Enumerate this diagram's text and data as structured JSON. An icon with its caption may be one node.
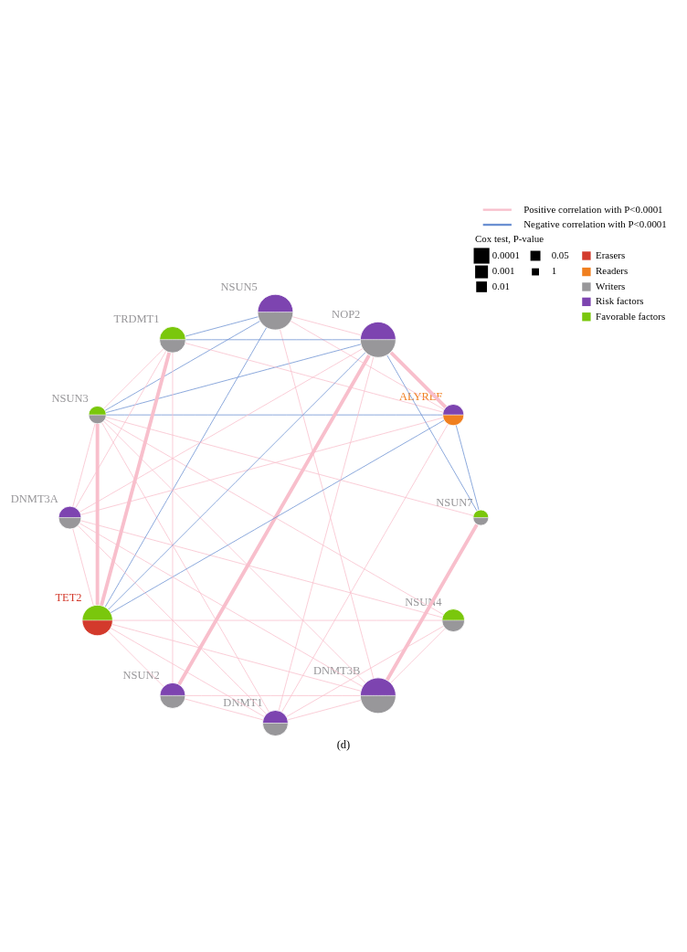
{
  "diagram": {
    "caption": "(d)",
    "nodes": [
      {
        "text": [
          "NSUN3"
        ]
      },
      {
        "text": [
          "NSUN4"
        ]
      },
      {
        "text": [
          "NSUN2"
        ]
      },
      {
        "text": [
          "NSUN5"
        ]
      },
      {
        "text": [
          "ALYREF"
        ]
      },
      {
        "text": [
          "NSUN7"
        ]
      },
      {
        "text": [
          "TET2"
        ]
      },
      {
        "text": [
          "NOP2"
        ]
      },
      {
        "text": [
          "DNMT3B"
        ]
      },
      {
        "text": [
          "DNMT3A"
        ]
      },
      {
        "text": [
          "DNMT1"
        ]
      },
      {
        "text": [
          "TRDMT1"
        ]
      }
    ],
    "edges": [
      {
        "from": 0,
        "to": 1,
        "arrow": "none"
      },
      {
        "from": 0,
        "to": 3,
        "arrow": "none",
        "color": "#6b90d2"
      },
      {
        "from": 0,
        "to": 4,
        "arrow": "none",
        "color": "#6b90d2"
      },
      {
        "from": 0,
        "to": 5,
        "arrow": "none"
      },
      {
        "from": 0,
        "to": 6,
        "arrow": "none",
        "style": "thick"
      },
      {
        "from": 0,
        "to": 7,
        "arrow": "none",
        "color": "#6b90d2"
      },
      {
        "from": 0,
        "to": 8,
        "arrow": "none"
      },
      {
        "from": 0,
        "to": 9,
        "arrow": "none"
      },
      {
        "from": 0,
        "to": 10,
        "arrow": "none"
      },
      {
        "from": 0,
        "to": 11,
        "arrow": "none"
      },
      {
        "from": 1,
        "to": 6,
        "arrow": "none"
      },
      {
        "from": 1,
        "to": 8,
        "arrow": "none"
      },
      {
        "from": 1,
        "to": 9,
        "arrow": "none"
      },
      {
        "from": 1,
        "to": 10,
        "arrow": "none"
      },
      {
        "from": 2,
        "to": 6,
        "arrow": "none"
      },
      {
        "from": 2,
        "to": 7,
        "arrow": "none",
        "style": "thick"
      },
      {
        "from": 2,
        "to": 8,
        "arrow": "none"
      },
      {
        "from": 2,
        "to": 10,
        "arrow": "none"
      },
      {
        "from": 2,
        "to": 11,
        "arrow": "none"
      },
      {
        "from": 3,
        "to": 4,
        "arrow": "none"
      },
      {
        "from": 3,
        "to": 6,
        "arrow": "none",
        "color": "#6b90d2"
      },
      {
        "from": 3,
        "to": 7,
        "arrow": "none"
      },
      {
        "from": 3,
        "to": 8,
        "arrow": "none"
      },
      {
        "from": 3,
        "to": 11,
        "arrow": "none",
        "color": "#6b90d2"
      },
      {
        "from": 4,
        "to": 5,
        "arrow": "none",
        "color": "#6b90d2"
      },
      {
        "from": 4,
        "to": 6,
        "arrow": "none",
        "color": "#6b90d2"
      },
      {
        "from": 4,
        "to": 7,
        "arrow": "none",
        "style": "thick"
      },
      {
        "from": 4,
        "to": 9,
        "arrow": "none"
      },
      {
        "from": 4,
        "to": 10,
        "arrow": "none"
      },
      {
        "from": 4,
        "to": 11,
        "arrow": "none"
      },
      {
        "from": 5,
        "to": 7,
        "arrow": "none",
        "color": "#6b90d2"
      },
      {
        "from": 5,
        "to": 8,
        "arrow": "none",
        "style": "thick"
      },
      {
        "from": 6,
        "to": 7,
        "arrow": "none",
        "color": "#6b90d2"
      },
      {
        "from": 6,
        "to": 8,
        "arrow": "none"
      },
      {
        "from": 6,
        "to": 9,
        "arrow": "none"
      },
      {
        "from": 6,
        "to": 10,
        "arrow": "none"
      },
      {
        "from": 6,
        "to": 11,
        "arrow": "none",
        "style": "thick"
      },
      {
        "from": 7,
        "to": 9,
        "arrow": "none"
      },
      {
        "from": 7,
        "to": 10,
        "arrow": "none"
      },
      {
        "from": 7,
        "to": 11,
        "arrow": "none",
        "color": "#6b90d2"
      },
      {
        "from": 8,
        "to": 9,
        "arrow": "none"
      },
      {
        "from": 8,
        "to": 10,
        "arrow": "none"
      },
      {
        "from": 9,
        "to": 10,
        "arrow": "none"
      },
      {
        "from": 9,
        "to": 11,
        "arrow": "none"
      }
    ],
    "labels": [
      "Cox test, P-value",
      "0.0001",
      "0.05",
      "0.001",
      "1",
      "0.01"
    ],
    "legend": [
      {
        "text": "Positive correlation with P<0.0001"
      },
      {
        "text": "Negative correlation with P<0.0001"
      },
      {
        "text": "Erasers",
        "color": "#d33a2c"
      },
      {
        "text": "Readers",
        "color": "#f07f1f"
      },
      {
        "text": "Writers",
        "color": "#98979a"
      },
      {
        "text": "Risk factors",
        "color": "#7d44b0"
      },
      {
        "text": "Favorable factors",
        "color": "#7ac70c"
      }
    ]
  }
}
